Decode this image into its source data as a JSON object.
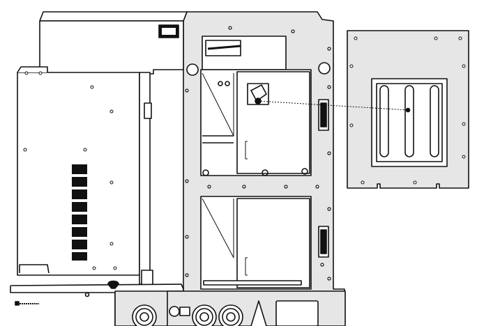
{
  "diagram": {
    "title": "",
    "colors": {
      "line": "#111111",
      "panel": "#e6e6e6",
      "background": "#ffffff",
      "shadow": "#bdbdbd"
    },
    "parts": [
      "top-cover",
      "side-panel",
      "main-frame",
      "access-plate",
      "base-unit",
      "fans",
      "warning-label"
    ]
  }
}
